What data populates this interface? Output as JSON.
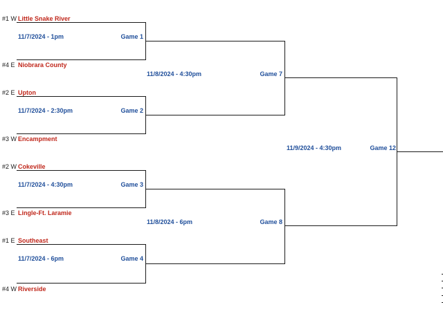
{
  "colors": {
    "team": "#c0281c",
    "info": "#1f4e9a",
    "line": "#1a1a1a"
  },
  "round1": [
    {
      "top_seed": "#1 W",
      "top_team": "Little Snake River",
      "bottom_seed": "#4 E",
      "bottom_team": "Niobrara County",
      "datetime": "11/7/2024 - 1pm",
      "game": "Game 1"
    },
    {
      "top_seed": "#2 E",
      "top_team": "Upton",
      "bottom_seed": "#3 W",
      "bottom_team": "Encampment",
      "datetime": "11/7/2024 - 2:30pm",
      "game": "Game 2"
    },
    {
      "top_seed": "#2 W",
      "top_team": "Cokeville",
      "bottom_seed": "#3 E",
      "bottom_team": "Lingle-Ft. Laramie",
      "datetime": "11/7/2024 - 4:30pm",
      "game": "Game 3"
    },
    {
      "top_seed": "#1 E",
      "top_team": "Southeast",
      "bottom_seed": "#4 W",
      "bottom_team": "Riverside",
      "datetime": "11/7/2024 - 6pm",
      "game": "Game 4"
    }
  ],
  "round2": [
    {
      "datetime": "11/8/2024 - 4:30pm",
      "game": "Game 7"
    },
    {
      "datetime": "11/8/2024 - 6pm",
      "game": "Game 8"
    }
  ],
  "final": {
    "datetime": "11/9/2024 - 4:30pm",
    "game": "Game 12"
  }
}
